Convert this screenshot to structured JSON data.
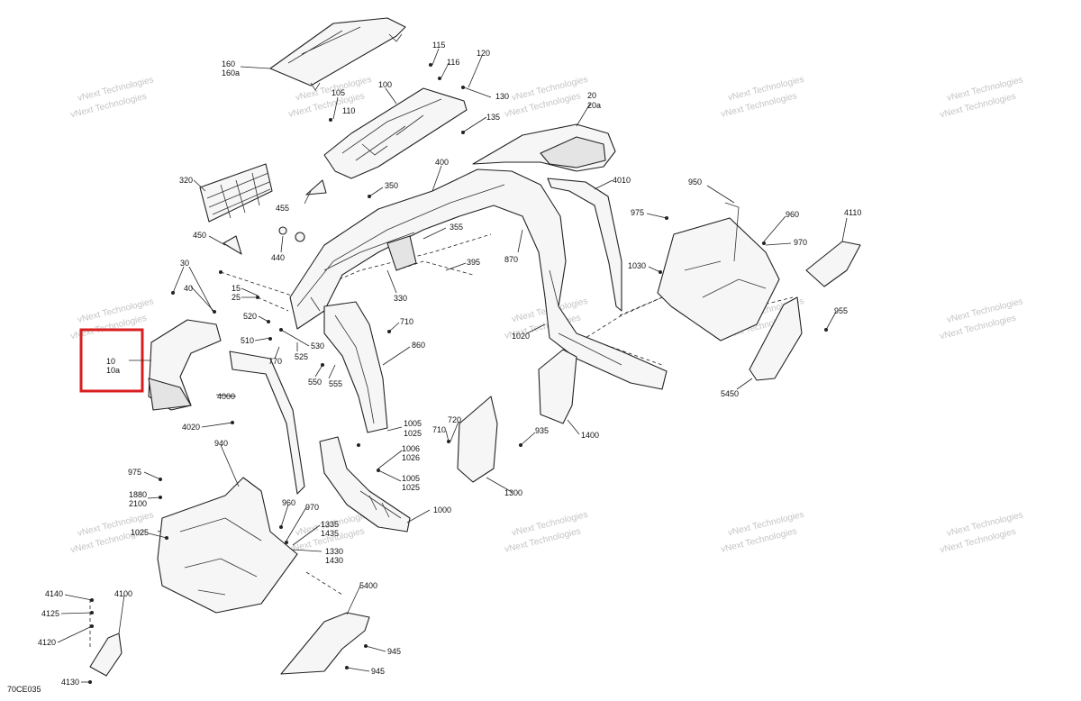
{
  "diagram_code": "70CE035",
  "watermark": "vNext Technologies",
  "highlight_color": "#d81e1e",
  "highlight": {
    "line1": "10",
    "line2": "10a"
  },
  "callouts": {
    "c160": "160",
    "c160a": "160a",
    "c115": "115",
    "c116": "116",
    "c120": "120",
    "c105": "105",
    "c110": "110",
    "c100": "100",
    "c130": "130",
    "c135": "135",
    "c20": "20",
    "c20a": "20a",
    "c400": "400",
    "c4010": "4010",
    "c950": "950",
    "c320": "320",
    "c350": "350",
    "c455": "455",
    "c975a": "975",
    "c960a": "960",
    "c4110": "4110",
    "c970a": "970",
    "c450": "450",
    "c355": "355",
    "c440": "440",
    "c870": "870",
    "c395": "395",
    "c1030": "1030",
    "c30": "30",
    "c15": "15",
    "c40": "40",
    "c25": "25",
    "c330": "330",
    "c955": "955",
    "c520": "520",
    "c710a": "710",
    "c510": "510",
    "c530": "530",
    "c1020": "1020",
    "c860": "860",
    "c525": "525",
    "c770": "770",
    "c550": "550",
    "c555": "555",
    "c5450": "5450",
    "c4000": "4000",
    "c1005a": "1005",
    "c1025a": "1025",
    "c720": "720",
    "c710b": "710",
    "c935": "935",
    "c1400": "1400",
    "c4020": "4020",
    "c940": "940",
    "c1006": "1006",
    "c1026": "1026",
    "c975b": "975",
    "c1005b": "1005",
    "c1025b": "1025",
    "c1300": "1300",
    "c1880": "1880",
    "c2100": "2100",
    "c960b": "960",
    "c970b": "970",
    "c1000": "1000",
    "c1335": "1335",
    "c1435": "1435",
    "c1025c": "1025",
    "c1330": "1330",
    "c1430": "1430",
    "c5400": "5400",
    "c4140": "4140",
    "c4100": "4100",
    "c4125": "4125",
    "c4120": "4120",
    "c945a": "945",
    "c945b": "945",
    "c4130": "4130"
  }
}
